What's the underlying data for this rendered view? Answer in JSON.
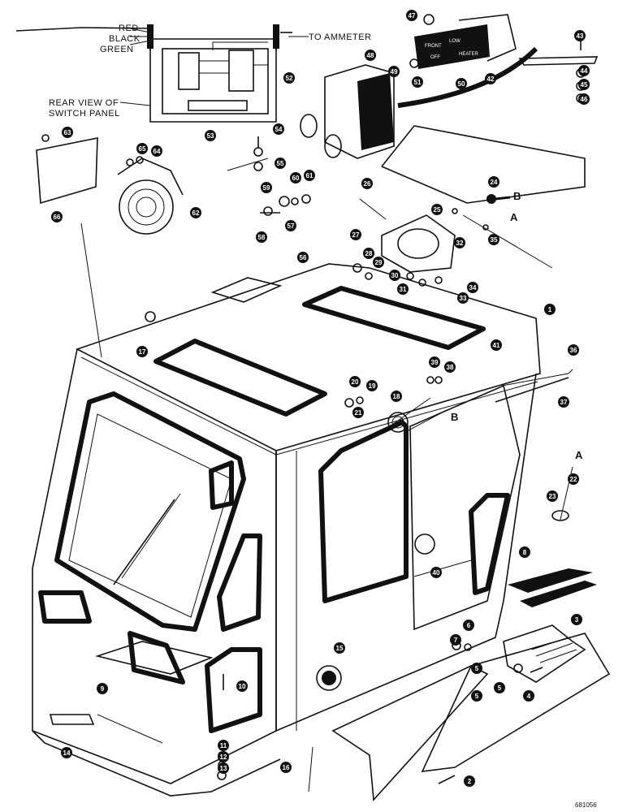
{
  "wiring": {
    "red": "RED",
    "black": "BLACK",
    "green": "GREEN",
    "to_ammeter": "TO AMMETER",
    "rear_view_line1": "REAR VIEW OF",
    "rear_view_line2": "SWITCH PANEL"
  },
  "panel": {
    "text1": "FRONT",
    "text2": "LOW",
    "text3": "HEATER",
    "text4": "OFF"
  },
  "markers": {
    "a": "A",
    "b": "B"
  },
  "figure_id": "681056",
  "callouts": [
    "1",
    "2",
    "3",
    "4",
    "5",
    "6",
    "7",
    "8",
    "9",
    "10",
    "11",
    "12",
    "13",
    "14",
    "15",
    "16",
    "17",
    "18",
    "19",
    "20",
    "21",
    "22",
    "23",
    "24",
    "25",
    "26",
    "27",
    "28",
    "29",
    "30",
    "31",
    "32",
    "33",
    "34",
    "35",
    "36",
    "37",
    "38",
    "39",
    "40",
    "41",
    "42",
    "43",
    "44",
    "45",
    "46",
    "47",
    "48",
    "49",
    "50",
    "51",
    "52",
    "53",
    "54",
    "55",
    "56",
    "57",
    "58",
    "59",
    "60",
    "61",
    "62",
    "63",
    "64",
    "65",
    "66",
    "5",
    "5"
  ]
}
